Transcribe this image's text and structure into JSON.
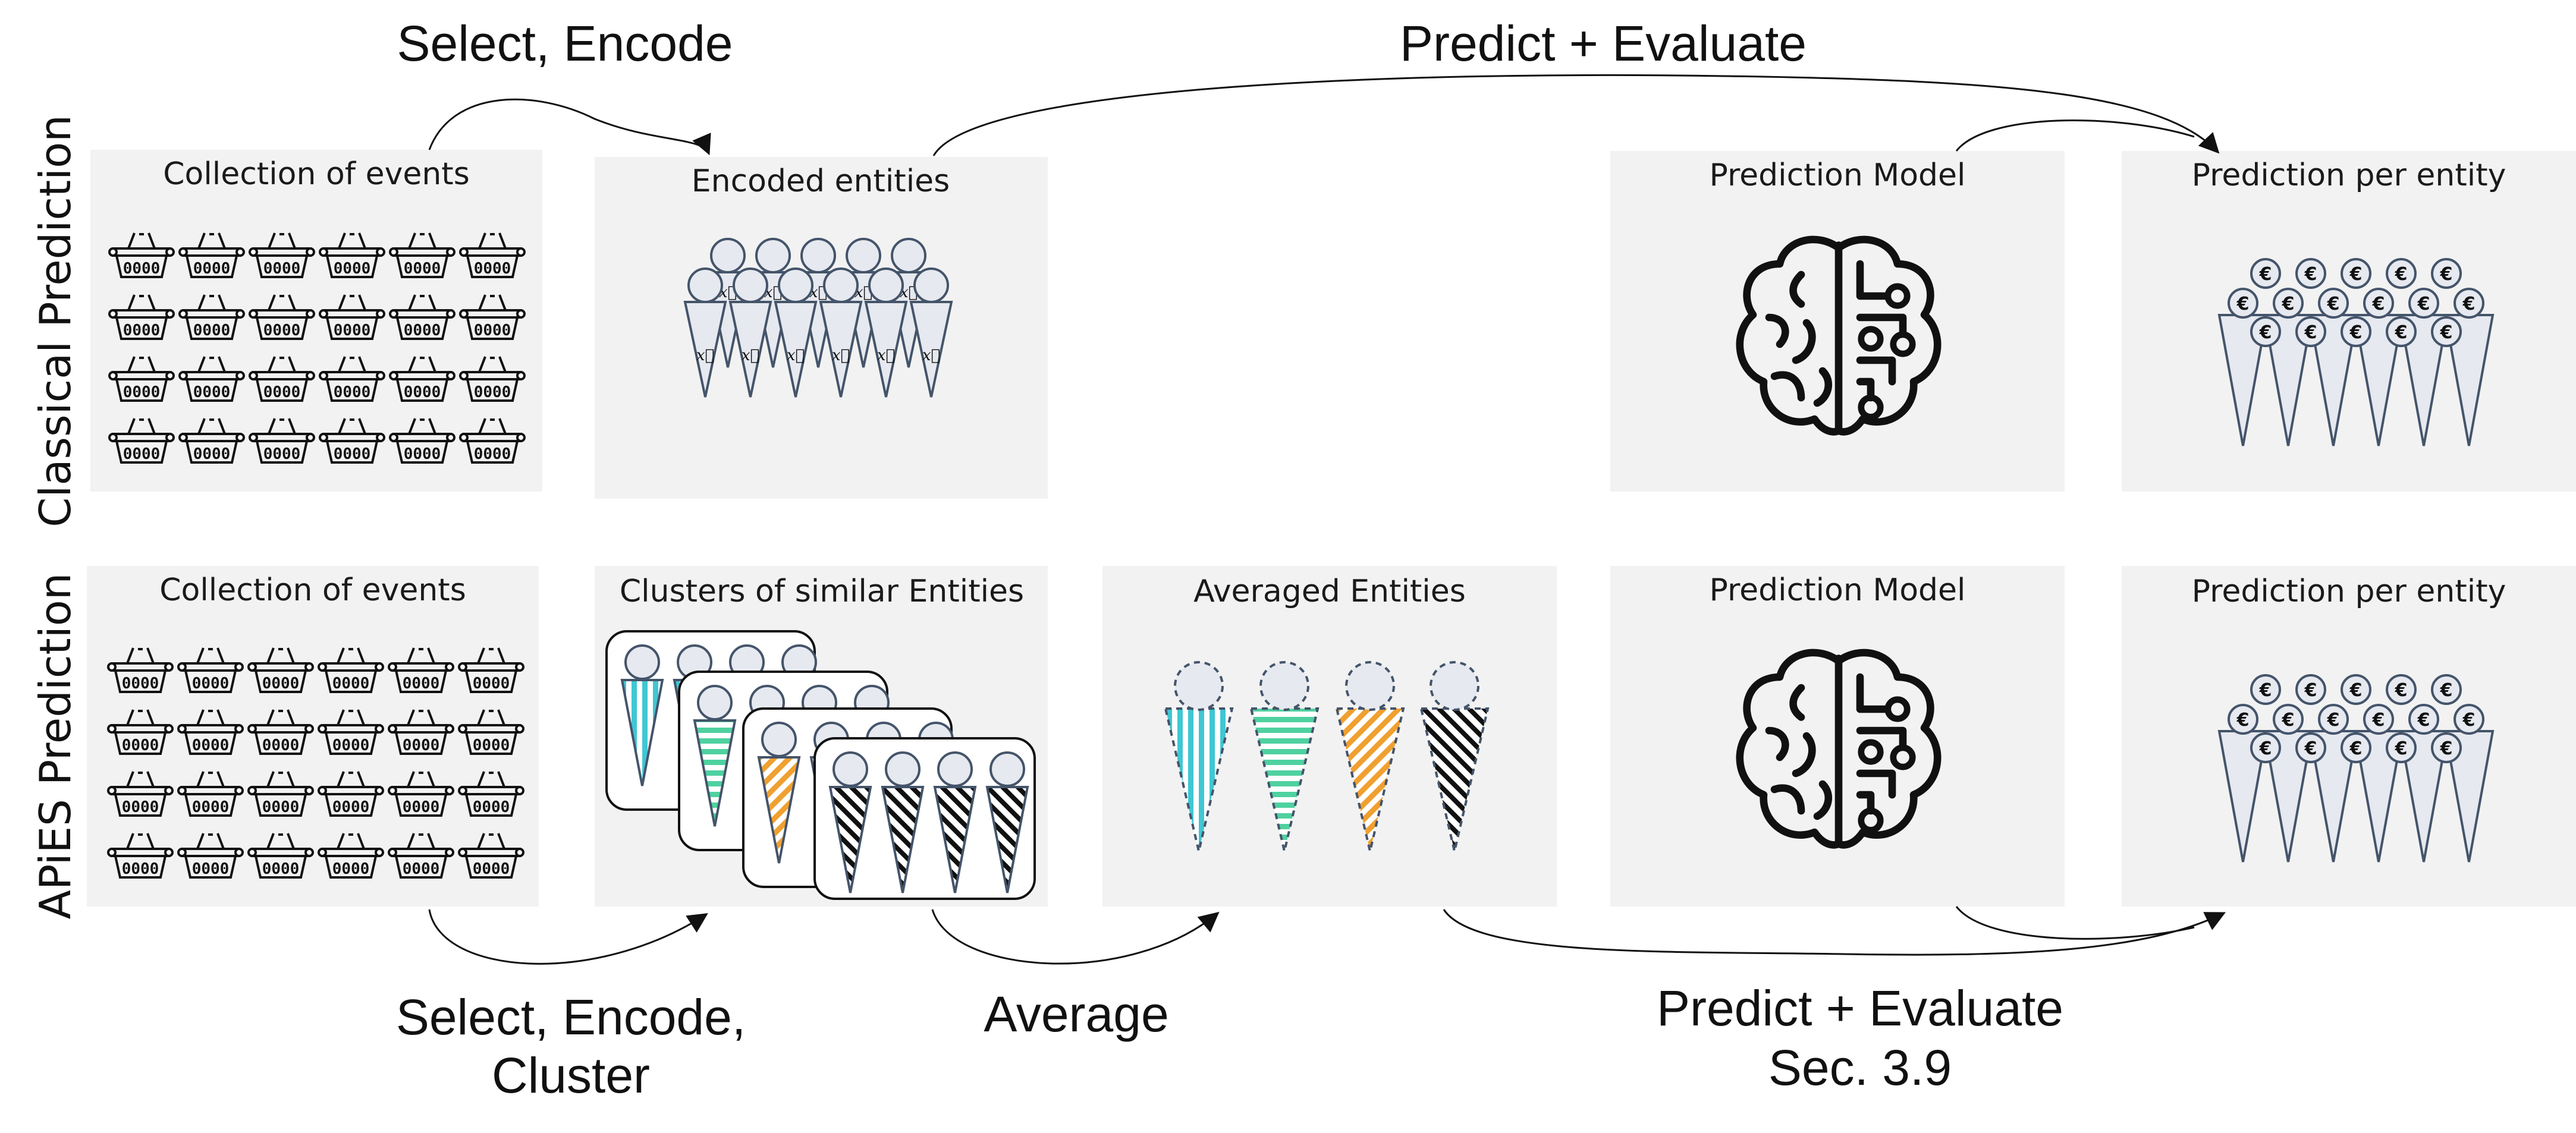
{
  "row_labels": {
    "classical": "Classical Prediction",
    "apies": "APiES Prediction"
  },
  "panels": {
    "events_top": "Collection of events",
    "encoded": "Encoded entities",
    "model_top": "Prediction Model",
    "pred_top": "Prediction per entity",
    "events_bottom": "Collection of events",
    "clusters": "Clusters of similar Entities",
    "averaged": "Averaged Entities",
    "model_bottom": "Prediction Model",
    "pred_bottom": "Prediction per entity"
  },
  "flows": {
    "select_encode": "Select, Encode",
    "predict_eval_top": "Predict + Evaluate",
    "select_encode_cluster_1": "Select, Encode,",
    "select_encode_cluster_2": "Cluster",
    "average": "Average",
    "predict_eval_bottom_1": "Predict + Evaluate",
    "predict_eval_bottom_2": "Sec. 3.9"
  },
  "icons": {
    "basket_label": "0000",
    "euro": "€",
    "vector": "x⃗"
  },
  "colors": {
    "panel_bg": "#f2f2f2",
    "outline": "#44546a",
    "cyan": "#3fc7d3",
    "green": "#4fd1a0",
    "orange": "#f0a030",
    "black": "#111111"
  }
}
